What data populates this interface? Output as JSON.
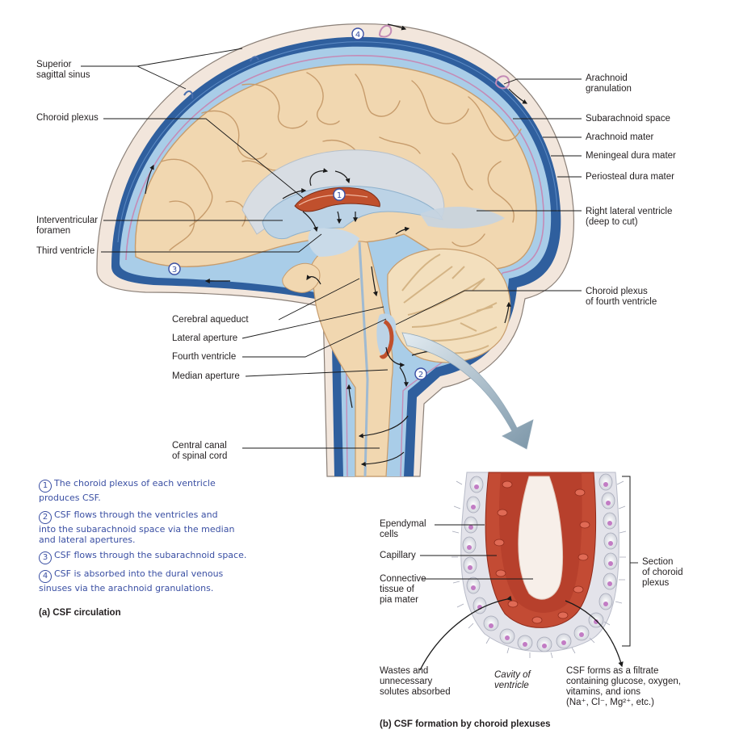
{
  "panel_a": {
    "caption": "(a) CSF circulation",
    "labels": {
      "superior_sagittal_sinus": "Superior\nsagittal sinus",
      "choroid_plexus": "Choroid plexus",
      "interventricular_foramen": "Interventricular\nforamen",
      "third_ventricle": "Third ventricle",
      "cerebral_aqueduct": "Cerebral aqueduct",
      "lateral_aperture": "Lateral aperture",
      "fourth_ventricle": "Fourth ventricle",
      "median_aperture": "Median aperture",
      "central_canal": "Central canal\nof spinal cord",
      "arachnoid_granulation": "Arachnoid\ngranulation",
      "subarachnoid_space": "Subarachnoid space",
      "arachnoid_mater": "Arachnoid mater",
      "meningeal_dura": "Meningeal dura mater",
      "periosteal_dura": "Periosteal dura mater",
      "right_lateral_ventricle": "Right lateral ventricle\n(deep to cut)",
      "choroid_plexus_fourth": "Choroid plexus\nof fourth ventricle"
    },
    "markers": [
      "1",
      "2",
      "3",
      "4"
    ],
    "steps": [
      {
        "num": "1",
        "text": "The choroid plexus of each ventricle\nproduces CSF."
      },
      {
        "num": "2",
        "text": "CSF flows through the ventricles and\ninto the subarachnoid space via the median\nand lateral apertures."
      },
      {
        "num": "3",
        "text": "CSF flows through the subarachnoid space."
      },
      {
        "num": "4",
        "text": "CSF is absorbed into the dural venous\nsinuses via the arachnoid granulations."
      }
    ]
  },
  "panel_b": {
    "caption": "(b) CSF formation by choroid plexuses",
    "labels": {
      "ependymal_cells": "Ependymal\ncells",
      "capillary": "Capillary",
      "connective_tissue": "Connective\ntissue of\npia mater",
      "section": "Section\nof choroid\nplexus",
      "wastes": "Wastes and\nunnecessary\nsolutes absorbed",
      "cavity": "Cavity of\nventricle",
      "csf_forms": "CSF forms as a filtrate\ncontaining glucose, oxygen,\nvitamins, and ions\n(Na⁺, Cl⁻, Mg²⁺, etc.)"
    }
  },
  "colors": {
    "dura": "#2f5f9e",
    "subarachnoid": "#a9cde8",
    "brain": "#f1d7b0",
    "gyrus_line": "#c79c6c",
    "choroid": "#c0502d",
    "arachnoid_line": "#c48bb6",
    "step_text": "#3a4fa3"
  }
}
